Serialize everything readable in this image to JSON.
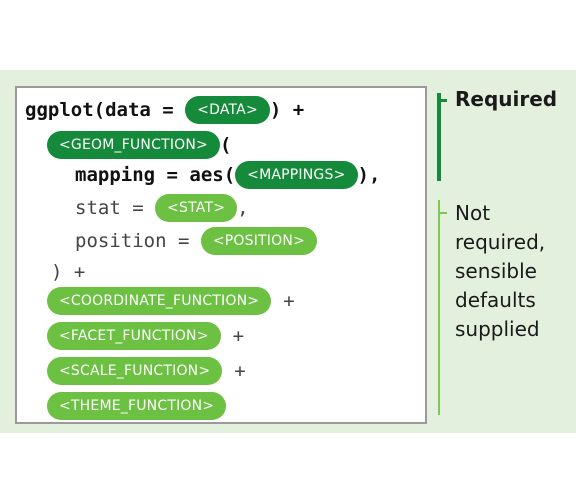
{
  "code": {
    "line1": {
      "prefix": "ggplot(data = ",
      "pill": "<DATA>",
      "suffix": ") +"
    },
    "line2": {
      "pill": "<GEOM_FUNCTION>",
      "suffix": "("
    },
    "line3": {
      "prefix": "mapping = aes(",
      "pill": "<MAPPINGS>",
      "suffix": "),"
    },
    "line4": {
      "prefix": "stat = ",
      "pill": "<STAT>",
      "suffix": ","
    },
    "line5": {
      "prefix": "position = ",
      "pill": "<POSITION>"
    },
    "line6": {
      "text": ") +"
    },
    "line7": {
      "pill": "<COORDINATE_FUNCTION>",
      "suffix": "+"
    },
    "line8": {
      "pill": "<FACET_FUNCTION>",
      "suffix": "+"
    },
    "line9": {
      "pill": "<SCALE_FUNCTION>",
      "suffix": "+"
    },
    "line10": {
      "pill": "<THEME_FUNCTION>"
    }
  },
  "annotations": {
    "required": "Required",
    "not_required_lines": [
      "Not",
      "required,",
      "sensible",
      "defaults",
      "supplied"
    ]
  },
  "colors": {
    "required_green": "#148a3a",
    "optional_green": "#6cc042",
    "background_band": "#e3f0de"
  }
}
